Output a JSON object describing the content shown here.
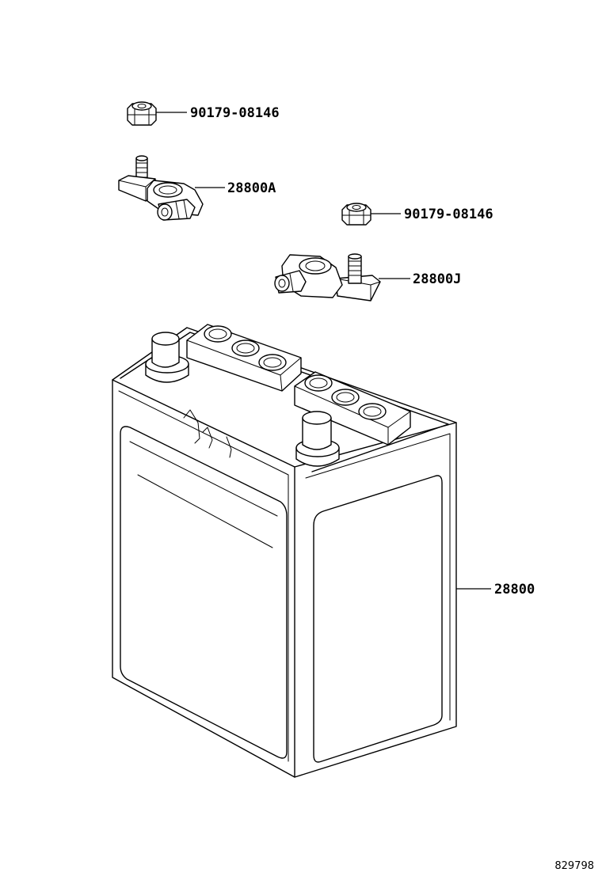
{
  "parts": {
    "nut_upper": "90179-08146",
    "terminal_a": "28800A",
    "nut_lower": "90179-08146",
    "terminal_j": "28800J",
    "battery": "28800"
  },
  "figure_number": "829798"
}
